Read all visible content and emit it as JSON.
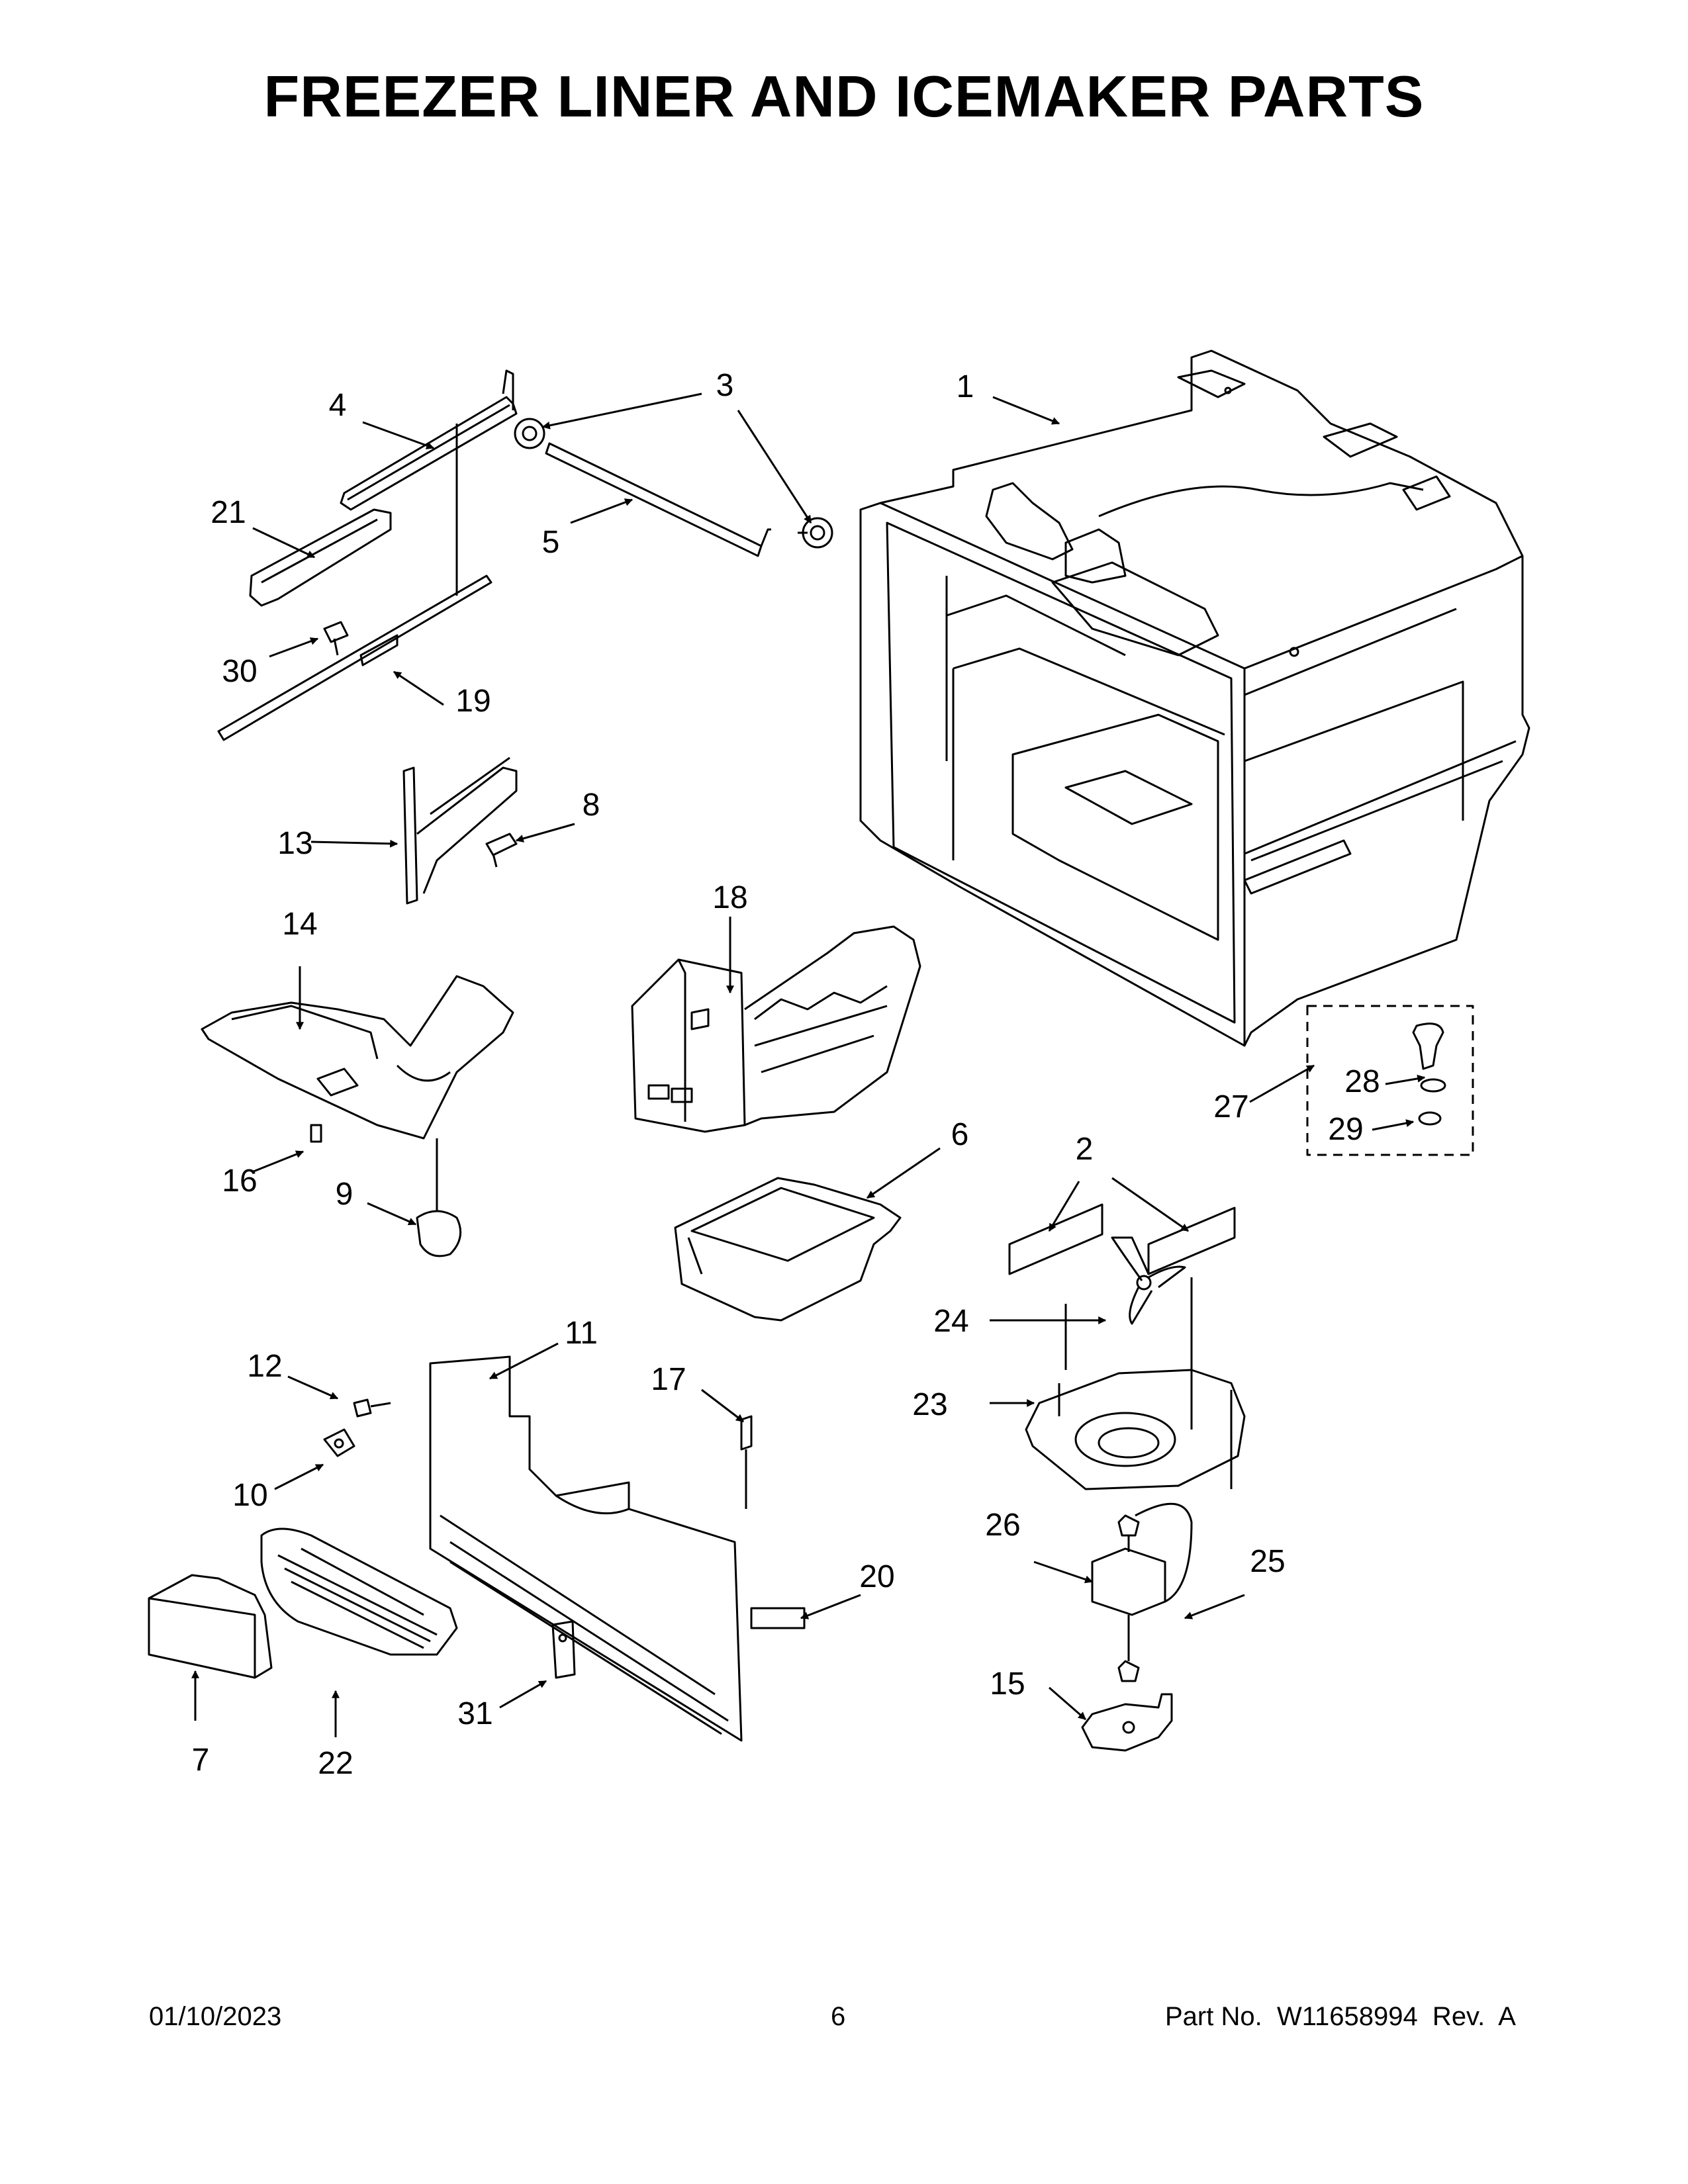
{
  "title": "FREEZER LINER AND ICEMAKER PARTS",
  "callouts": {
    "c1": "1",
    "c2": "2",
    "c3": "3",
    "c4": "4",
    "c5": "5",
    "c6": "6",
    "c7": "7",
    "c8": "8",
    "c9": "9",
    "c10": "10",
    "c11": "11",
    "c12": "12",
    "c13": "13",
    "c14": "14",
    "c15": "15",
    "c16": "16",
    "c17": "17",
    "c18": "18",
    "c19": "19",
    "c20": "20",
    "c21": "21",
    "c22": "22",
    "c23": "23",
    "c24": "24",
    "c25": "25",
    "c26": "26",
    "c27": "27",
    "c28": "28",
    "c29": "29",
    "c30": "30",
    "c31": "31"
  },
  "footer": {
    "date": "01/10/2023",
    "page": "6",
    "part": "Part No.  W11658994  Rev.  A"
  }
}
